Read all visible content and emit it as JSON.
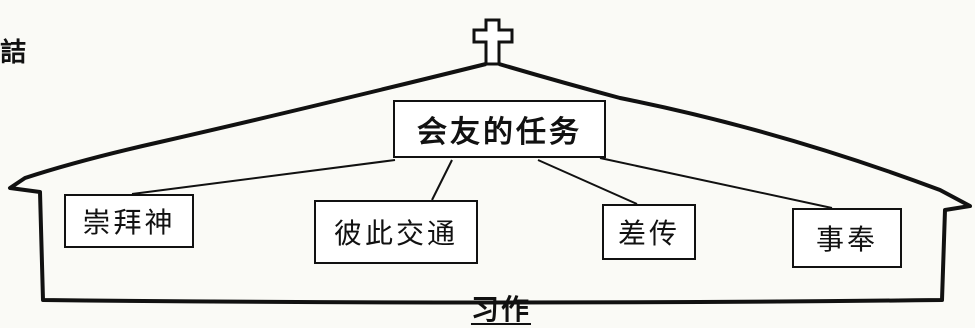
{
  "corner_text": "詰",
  "center_box": "会友的任务",
  "boxes": [
    "崇拜神",
    "彼此交通",
    "差传",
    "事奉"
  ],
  "footer_label": "习作"
}
